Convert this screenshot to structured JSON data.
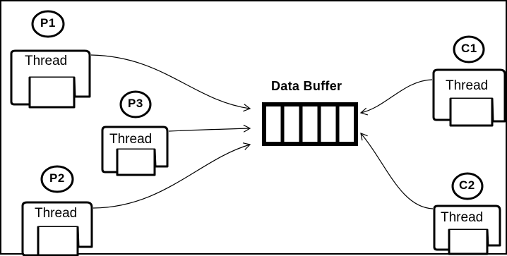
{
  "diagram": {
    "title": "Data Buffer",
    "producers": [
      {
        "id": "P1",
        "thread_label": "Thread"
      },
      {
        "id": "P3",
        "thread_label": "Thread"
      },
      {
        "id": "P2",
        "thread_label": "Thread"
      }
    ],
    "consumers": [
      {
        "id": "C1",
        "thread_label": "Thread"
      },
      {
        "id": "C2",
        "thread_label": "Thread"
      }
    ],
    "buffer_slots": 5
  }
}
